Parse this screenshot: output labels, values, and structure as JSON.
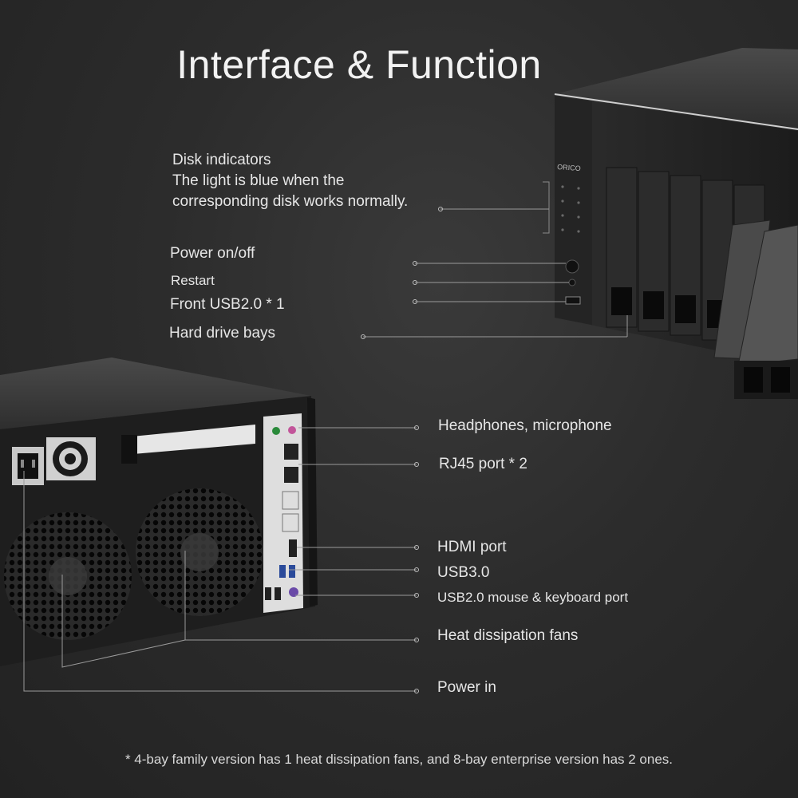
{
  "title": "Interface & Function",
  "brand": "ORICO",
  "callouts": {
    "disk_indicators": {
      "heading": "Disk indicators",
      "line1": "The light is blue when the",
      "line2": "corresponding disk works normally."
    },
    "power": "Power on/off",
    "restart": "Restart",
    "front_usb": "Front USB2.0 * 1",
    "hdd_bays": "Hard drive bays",
    "headphones": "Headphones, microphone",
    "rj45": "RJ45 port * 2",
    "hdmi": "HDMI port",
    "usb3": "USB3.0",
    "usb2_mouse": "USB2.0 mouse & keyboard port",
    "fans": "Heat dissipation fans",
    "power_in": "Power in"
  },
  "footnote": "* 4-bay family version has 1 heat dissipation fans, and 8-bay enterprise version has 2 ones."
}
